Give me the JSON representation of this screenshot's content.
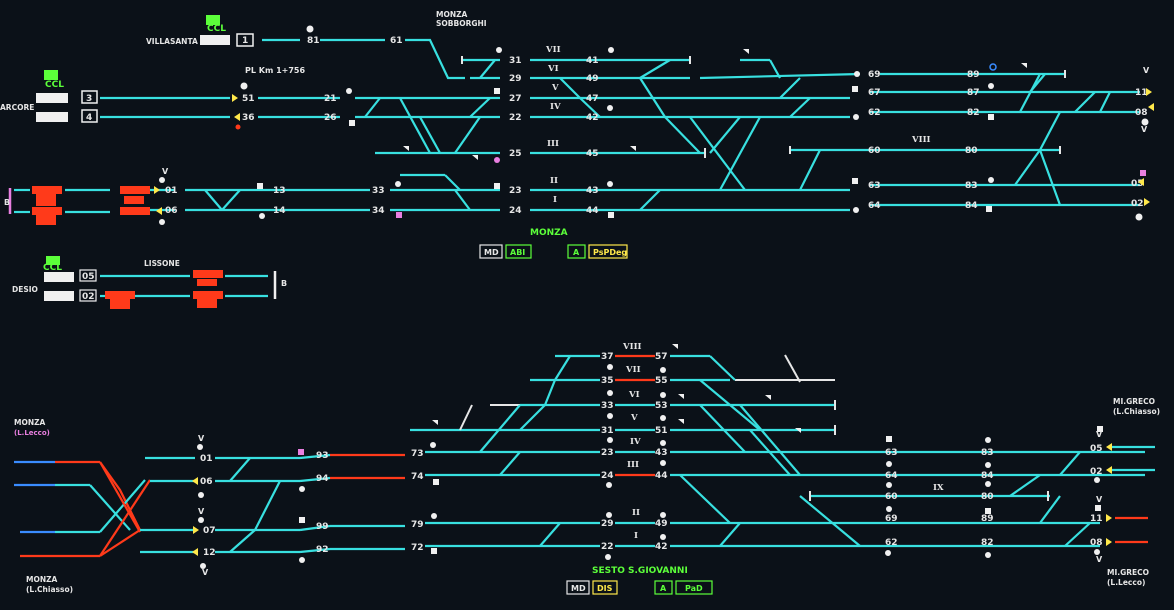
{
  "colors": {
    "background": "#0b1118",
    "track": "#38e0e0",
    "route_set": "#ff3a1a",
    "signal_yellow": "#ffe84a",
    "station_label": "#5cff3a",
    "occupied": "#ff3a1a",
    "info": "#e6e6e6"
  },
  "monza": {
    "station_name": "MONZA",
    "sobborghi": [
      "MONZA",
      "SOBBORGHI"
    ],
    "villasanta": "VILLASANTA",
    "arcore": "ARCORE",
    "pl_km": "PL Km 1+756",
    "block_1": "1",
    "block_3": "3",
    "block_4": "4",
    "ccl": "CCL",
    "tracks_roman": [
      "VII",
      "VI",
      "V",
      "IV",
      "III",
      "II",
      "I",
      "VIII"
    ],
    "sigs_west": [
      "51",
      "36",
      "01",
      "06",
      "21",
      "26",
      "13",
      "14",
      "33",
      "34"
    ],
    "sigs_mid": [
      "31",
      "29",
      "27",
      "22",
      "25",
      "23",
      "24",
      "41",
      "49",
      "47",
      "42",
      "45",
      "43",
      "44"
    ],
    "sigs_east": [
      "69",
      "67",
      "62",
      "60",
      "63",
      "64",
      "89",
      "87",
      "82",
      "80",
      "83",
      "84"
    ],
    "sigs_east_end": [
      "11",
      "08",
      "05",
      "02"
    ],
    "sigs_top": [
      "81",
      "61"
    ],
    "v_marks": [
      "V",
      "V",
      "V"
    ],
    "buttons": [
      {
        "label": "MD",
        "color": "#e6e6e6"
      },
      {
        "label": "ABI",
        "color": "#5cff3a"
      },
      {
        "label": "A",
        "color": "#5cff3a"
      },
      {
        "label": "PsPDeg",
        "color": "#ffe84a"
      }
    ],
    "lissone": "LISSONE",
    "desio": "DESIO",
    "block_05": "05",
    "block_02": "02",
    "b_left": "B",
    "b_right": "B",
    "ccl2": "CCL"
  },
  "sesto": {
    "station_name": "SESTO S.GIOVANNI",
    "monza_top": "MONZA",
    "monza_top_sub": "(L.Lecco)",
    "monza_bottom": "MONZA",
    "monza_bottom_sub": "(L.Chiasso)",
    "greco_top": "MI.GRECO",
    "greco_top_sub": "(L.Chiasso)",
    "greco_bottom": "MI.GRECO",
    "greco_bottom_sub": "(L.Lecco)",
    "tracks_roman": [
      "VIII",
      "VII",
      "VI",
      "V",
      "IV",
      "III",
      "IX",
      "II",
      "I"
    ],
    "sigs_west": [
      "01",
      "06",
      "07",
      "12"
    ],
    "sigs_93": [
      "93",
      "94",
      "99",
      "92"
    ],
    "sigs_73": [
      "73",
      "74",
      "79",
      "72"
    ],
    "sigs_mid_left": [
      "37",
      "35",
      "33",
      "31",
      "23",
      "24",
      "29",
      "22"
    ],
    "sigs_mid_right": [
      "57",
      "55",
      "53",
      "51",
      "43",
      "44",
      "49",
      "42"
    ],
    "sigs_east_a": [
      "63",
      "64",
      "60",
      "69",
      "62"
    ],
    "sigs_east_b": [
      "83",
      "84",
      "80",
      "89",
      "82"
    ],
    "sigs_east_end": [
      "05",
      "02",
      "11",
      "08"
    ],
    "v_marks": [
      "V",
      "V",
      "V",
      "V",
      "V",
      "V"
    ],
    "buttons": [
      {
        "label": "MD",
        "color": "#e6e6e6"
      },
      {
        "label": "DIS",
        "color": "#ffe84a"
      },
      {
        "label": "A",
        "color": "#5cff3a"
      },
      {
        "label": "PaD",
        "color": "#5cff3a"
      }
    ]
  }
}
